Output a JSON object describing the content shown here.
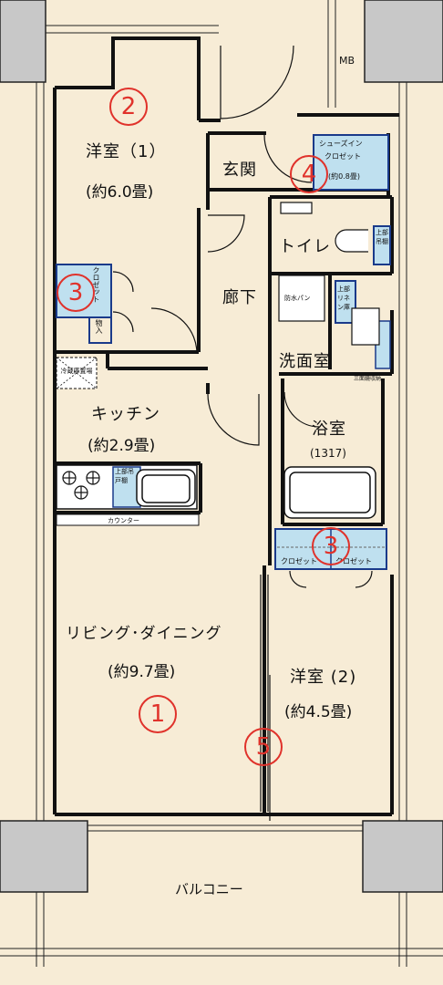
{
  "rooms": {
    "western1_name": "洋室（1）",
    "western1_area": "(約6.0畳)",
    "entrance": "玄関",
    "hallway": "廊下",
    "toilet": "トイレ",
    "washroom": "洗面室",
    "kitchen_name": "キッチン",
    "kitchen_area": "(約2.9畳)",
    "bath_name": "浴室",
    "bath_size": "(1317)",
    "living_name": "リビング･ダイニング",
    "living_area": "(約9.7畳)",
    "western2_name": "洋室 (2)",
    "western2_area": "(約4.5畳)",
    "balcony": "バルコニー",
    "mb": "MB"
  },
  "fixtures": {
    "shoe_closet_line1": "シューズイン",
    "shoe_closet_line2": "クロゼット",
    "shoe_closet_area": "(約0.8畳)",
    "closet_vertical": "クロゼット",
    "storage": "物入",
    "fridge": "冷蔵庫置場",
    "upper_cabinet": "上部吊戸棚",
    "counter": "カウンター",
    "waterproof_pan": "防水パン",
    "linen": "上部リネン庫",
    "toilet_shelf": "上部吊棚",
    "washroom_storage": "三面鏡収納",
    "closet_left": "クロゼット",
    "closet_right": "クロゼット"
  },
  "markers": [
    "1",
    "2",
    "3",
    "3",
    "4",
    "5"
  ],
  "colors": {
    "background": "#f7ecd6",
    "marker": "#e0322b",
    "closet_fill": "#bfe0ef",
    "wall": "#111111",
    "column": "#c8c8c8"
  }
}
